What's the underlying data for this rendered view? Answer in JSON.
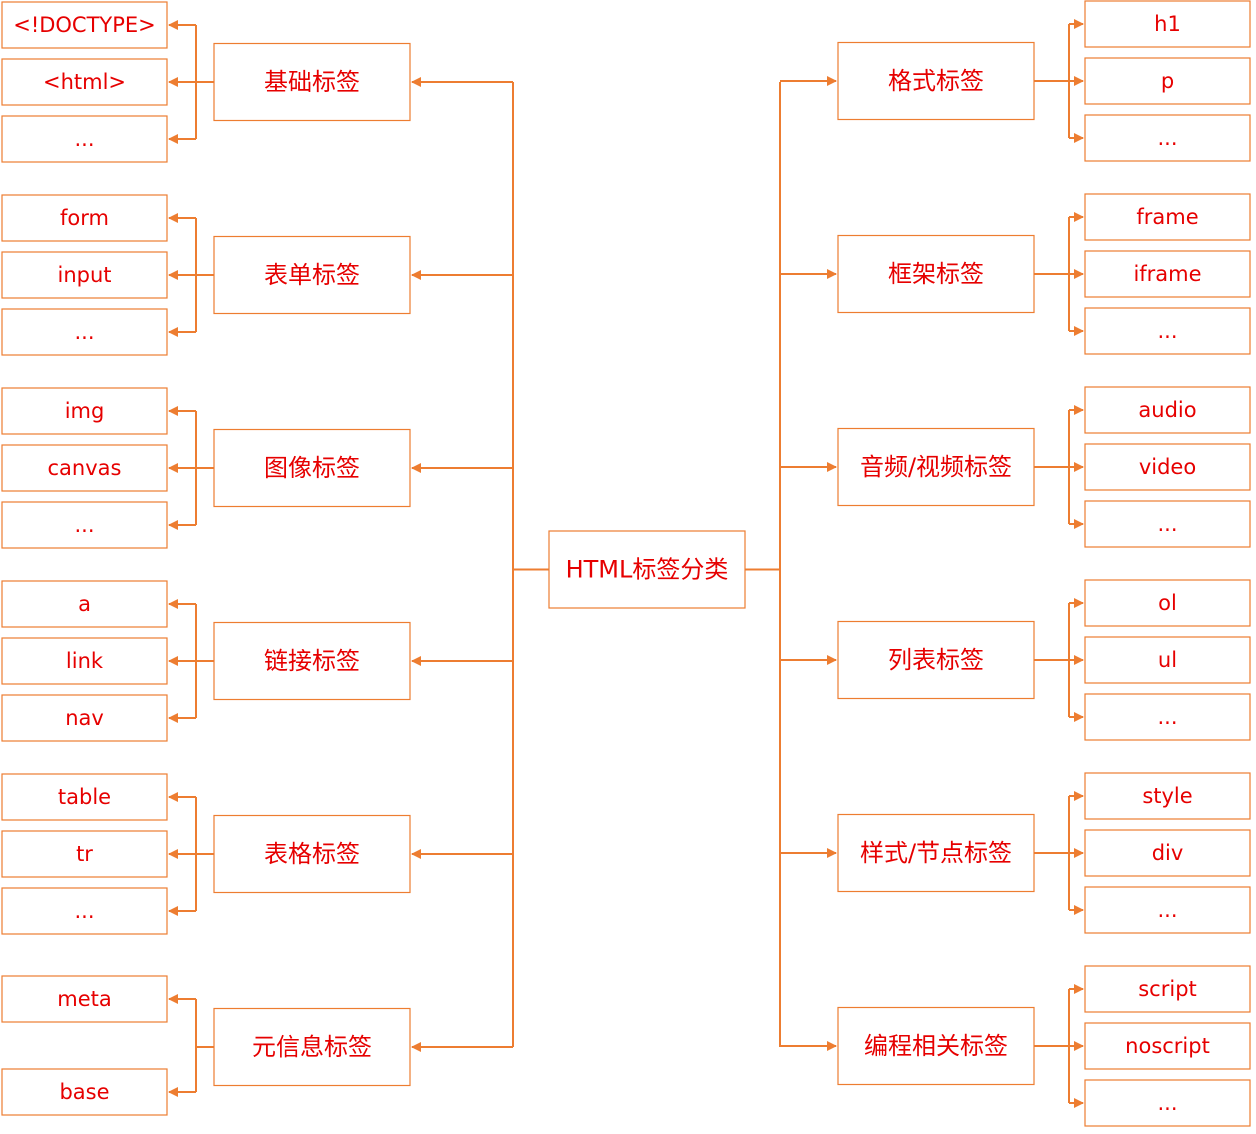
{
  "center": {
    "label": "HTML标签分类"
  },
  "colors": {
    "line": "#ED7D31",
    "text": "#E60000",
    "box_border": "#ED7D31",
    "box_fill": "#FFFFFF"
  },
  "left": [
    {
      "name": "cat-basic",
      "label": "基础标签",
      "items": [
        "<!DOCTYPE>",
        "<html>",
        "..."
      ]
    },
    {
      "name": "cat-form",
      "label": "表单标签",
      "items": [
        "form",
        "input",
        "..."
      ]
    },
    {
      "name": "cat-image",
      "label": "图像标签",
      "items": [
        "img",
        "canvas",
        "..."
      ]
    },
    {
      "name": "cat-link",
      "label": "链接标签",
      "items": [
        "a",
        "link",
        "nav"
      ]
    },
    {
      "name": "cat-table",
      "label": "表格标签",
      "items": [
        "table",
        "tr",
        "..."
      ]
    },
    {
      "name": "cat-meta",
      "label": "元信息标签",
      "items": [
        "meta",
        "base"
      ]
    }
  ],
  "right": [
    {
      "name": "cat-format",
      "label": "格式标签",
      "items": [
        "h1",
        "p",
        "..."
      ]
    },
    {
      "name": "cat-frame",
      "label": "框架标签",
      "items": [
        "frame",
        "iframe",
        "..."
      ]
    },
    {
      "name": "cat-media",
      "label": "音频/视频标签",
      "items": [
        "audio",
        "video",
        "..."
      ]
    },
    {
      "name": "cat-list",
      "label": "列表标签",
      "items": [
        "ol",
        "ul",
        "..."
      ]
    },
    {
      "name": "cat-style",
      "label": "样式/节点标签",
      "items": [
        "style",
        "div",
        "..."
      ]
    },
    {
      "name": "cat-program",
      "label": "编程相关标签",
      "items": [
        "script",
        "noscript",
        "..."
      ]
    }
  ]
}
